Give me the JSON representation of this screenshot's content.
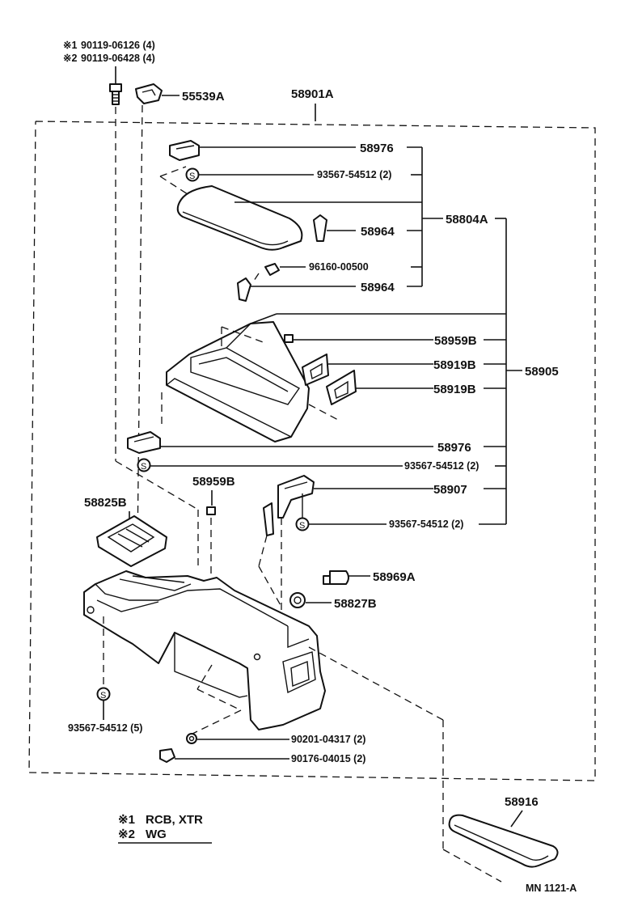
{
  "notes": {
    "n1_mark": "※1",
    "n1_part": "90119-06126 (4)",
    "n2_mark": "※2",
    "n2_part": "90119-06428 (4)"
  },
  "parts": {
    "p55539A": "55539A",
    "p58901A": "58901A",
    "p58976_top": "58976",
    "p93567_a": "93567-54512 (2)",
    "p58804A": "58804A",
    "p58964_a": "58964",
    "p96160": "96160-00500",
    "p58964_b": "58964",
    "p58959B_a": "58959B",
    "p58919B_a": "58919B",
    "p58905": "58905",
    "p58919B_b": "58919B",
    "p58976_mid": "58976",
    "p93567_b": "93567-54512 (2)",
    "p58959B_b": "58959B",
    "p58907": "58907",
    "p58825B": "58825B",
    "p93567_c": "93567-54512 (2)",
    "p58969A": "58969A",
    "p58827B": "58827B",
    "p93567_d": "93567-54512 (5)",
    "p90201": "90201-04317 (2)",
    "p90176": "90176-04015 (2)",
    "p58916": "58916"
  },
  "symbols": {
    "s_mark": "S"
  },
  "legend": {
    "l1_mark": "※1",
    "l1_text": "RCB, XTR",
    "l2_mark": "※2",
    "l2_text": "WG"
  },
  "footer": {
    "code": "MN 1121-A"
  }
}
